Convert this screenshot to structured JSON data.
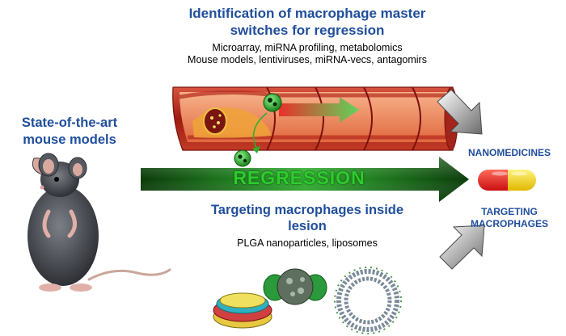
{
  "top_title": "Identification of macrophage master switches for regression",
  "top_methods_1": "Microarray, miRNA profiling, metabolomics",
  "top_methods_2": "Mouse models, lentiviruses, miRNA-vecs, antagomirs",
  "left_title": "State-of-the-art mouse models",
  "arrow_label": "REGRESSION",
  "targeting_title": "Targeting macrophages inside lesion",
  "targeting_sub": "PLGA nanoparticles, liposomes",
  "right_top_label": "NANOMEDICINES",
  "right_bottom_label": "TARGETING MACROPHAGES",
  "colors": {
    "title_blue": "#1f4e9c",
    "arrow_green": "#1a8a1a",
    "regression_text": "#2ecc2e",
    "artery_red": "#c0392b",
    "capsule_red": "#e02020",
    "capsule_yellow": "#f5d800"
  }
}
